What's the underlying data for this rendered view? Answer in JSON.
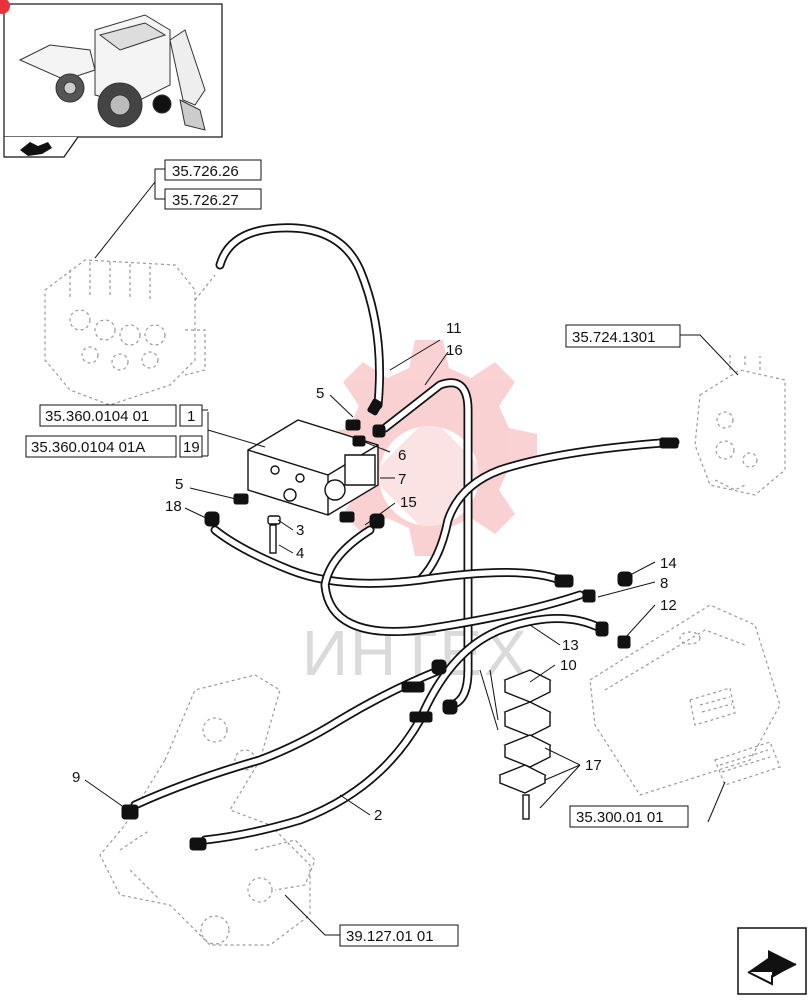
{
  "watermark": {
    "text": "ИНТЕХ",
    "color": "#e8333a"
  },
  "references": {
    "valve_bank_a": "35.726.26",
    "valve_bank_b": "35.726.27",
    "valve_right": "35.724.1301",
    "block_a": "35.360.0104 01",
    "block_a_qty": "1",
    "block_b": "35.360.0104 01A",
    "block_b_qty": "19",
    "tank": "35.300.01 01",
    "boom": "39.127.01 01"
  },
  "callouts": {
    "c2": "2",
    "c3": "3",
    "c4": "4",
    "c5a": "5",
    "c5b": "5",
    "c6": "6",
    "c7": "7",
    "c8": "8",
    "c9": "9",
    "c10": "10",
    "c11": "11",
    "c12": "12",
    "c13": "13",
    "c14": "14",
    "c15": "15",
    "c16": "16",
    "c17": "17",
    "c18": "18"
  },
  "icons": {
    "thumbnail_arrow": "hand-pointer-icon",
    "nav_next": "next-page-arrow-icon"
  }
}
